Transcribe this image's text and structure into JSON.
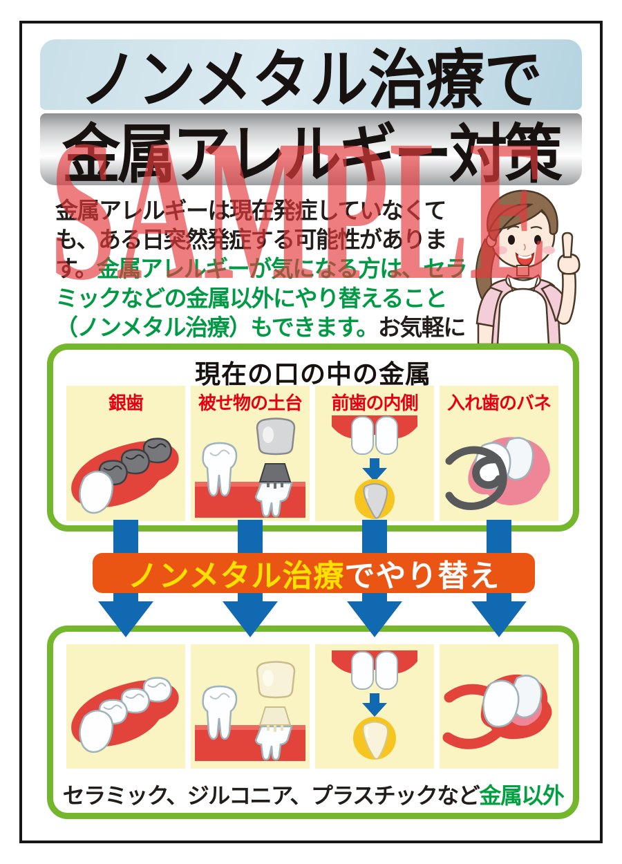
{
  "watermark": "SAMPLE",
  "title": {
    "line1": "ノンメタル治療で",
    "line2": "金属アレルギー対策"
  },
  "intro": {
    "segments": [
      {
        "text": "金属アレルギーは現在発症していなくても、ある日突然発症する可能性があります。",
        "color": "#221c1a"
      },
      {
        "text": "金属アレルギーが気になる方は、セラミックなどの金属以外にやり替えること（ノンメタル治療）もできます。",
        "color": "#009944"
      },
      {
        "text": "お気軽にご相談ください。",
        "color": "#221c1a"
      }
    ]
  },
  "current_box": {
    "title": "現在の口の中の金属",
    "panels": [
      {
        "label": "銀歯",
        "icon": "silver-molars-illustration"
      },
      {
        "label": "被せ物の土台",
        "icon": "metal-crown-base-illustration"
      },
      {
        "label": "前歯の内側",
        "icon": "front-tooth-metal-back-illustration"
      },
      {
        "label": "入れ歯のバネ",
        "icon": "metal-denture-clasp-illustration"
      }
    ]
  },
  "middle_banner": {
    "segments": [
      {
        "text": "ノンメタル治療",
        "color": "#ffe100"
      },
      {
        "text": "でやり替え",
        "color": "#ffffff"
      }
    ]
  },
  "nonmetal_box": {
    "caption_segments": [
      {
        "text": "セラミック、ジルコニア、プラスチックなど",
        "color": "#221c1a"
      },
      {
        "text": "金属以外",
        "color": "#00a040"
      }
    ],
    "panels": [
      {
        "icon": "white-molars-illustration"
      },
      {
        "icon": "ceramic-crown-base-illustration"
      },
      {
        "icon": "front-tooth-ceramic-back-illustration"
      },
      {
        "icon": "nonmetal-denture-clasp-illustration"
      }
    ]
  },
  "colors": {
    "green_border": "#74b62c",
    "arrow_blue": "#1169b2",
    "banner_orange": "#ea5514",
    "label_red": "#e60012",
    "text_green": "#009944",
    "caption_green": "#00a040",
    "panel_cream": "#faf4c3",
    "watermark_red": "#e3393c"
  }
}
